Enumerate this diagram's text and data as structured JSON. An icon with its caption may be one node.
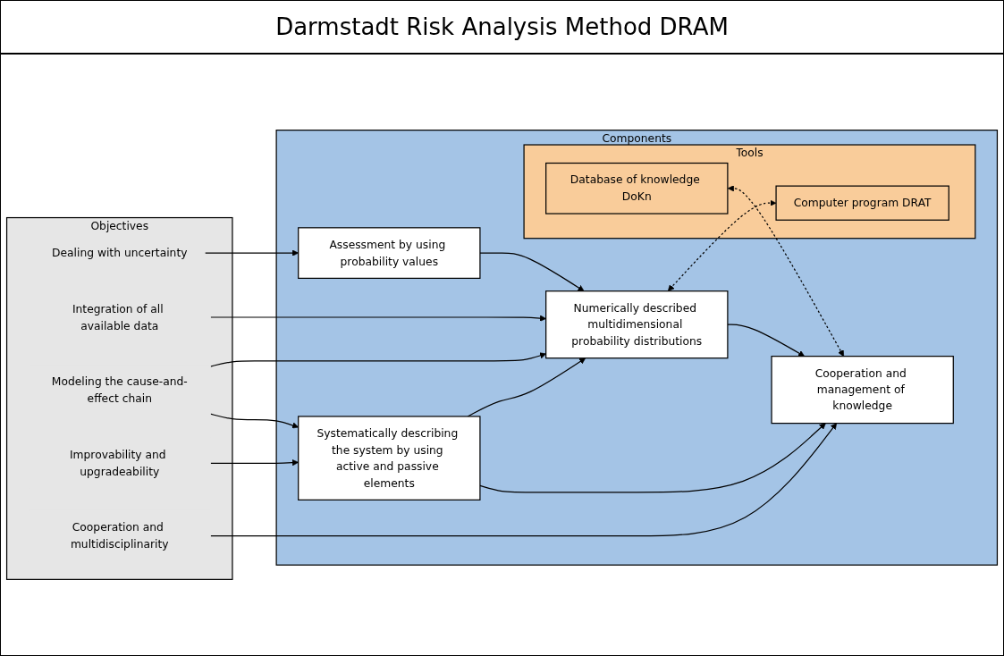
{
  "diagram": {
    "title": "Darmstadt Risk Analysis Method DRAM",
    "nodes": [
      {
        "text": [
          "Objectives"
        ]
      },
      {
        "text": [
          "Dealing with uncertainty"
        ],
        "in": 0
      },
      {
        "text": [
          "Integration of all available data"
        ],
        "in": 0
      },
      {
        "text": [
          "Modeling the cause-and-effect chain"
        ],
        "in": 0
      },
      {
        "text": [
          "Improvability and upgradeability"
        ],
        "in": 0
      },
      {
        "text": [
          "Cooperation and multidisciplinarity"
        ],
        "in": 0
      },
      {
        "text": [
          "Components"
        ]
      },
      {
        "text": [
          "Assessment by using probability values"
        ],
        "in": 6
      },
      {
        "text": [
          "Numerically described multidimensional probability distributions"
        ],
        "in": 6
      },
      {
        "text": [
          "Systematically describing the system by using active and passive elements"
        ],
        "in": 6
      },
      {
        "text": [
          "Cooperation and management of knowledge"
        ],
        "in": 6
      },
      {
        "text": [
          "Tools"
        ],
        "in": 6
      },
      {
        "text": [
          "Computer program DRAT"
        ],
        "in": 11
      },
      {
        "text": [
          "Database of knowledge DoKn"
        ],
        "in": 11
      }
    ],
    "edges": [
      {
        "from": 1,
        "to": 7,
        "arrow": "to"
      },
      {
        "from": 2,
        "to": 8,
        "arrow": "to"
      },
      {
        "from": 3,
        "to": 8,
        "arrow": "to"
      },
      {
        "from": 3,
        "to": 9,
        "arrow": "to"
      },
      {
        "from": 4,
        "to": 9,
        "arrow": "to"
      },
      {
        "from": 5,
        "to": 10,
        "arrow": "to"
      },
      {
        "from": 7,
        "to": 8,
        "arrow": "to"
      },
      {
        "from": 9,
        "to": 8,
        "arrow": "to"
      },
      {
        "from": 9,
        "to": 10,
        "arrow": "to"
      },
      {
        "from": 8,
        "to": 10,
        "arrow": "to"
      },
      {
        "from": 8,
        "to": 12,
        "arrow": "both",
        "style": "dashed"
      },
      {
        "from": 13,
        "to": 10,
        "arrow": "both",
        "style": "dashed"
      }
    ]
  }
}
